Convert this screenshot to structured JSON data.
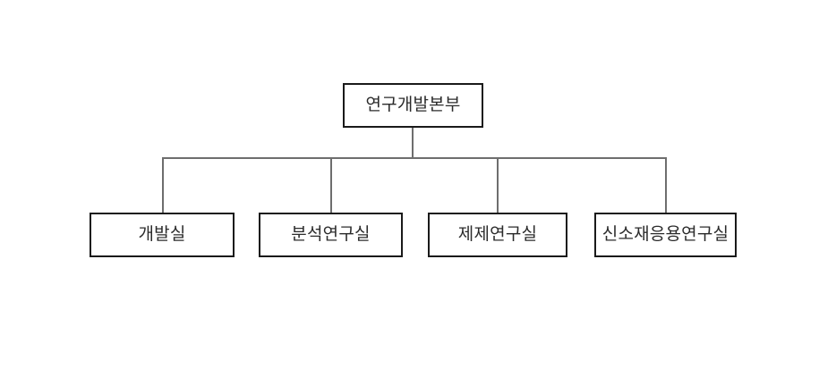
{
  "diagram": {
    "type": "organization-chart",
    "orientation": "top-down",
    "background_color": "#ffffff",
    "box_border_color": "#1a1a1a",
    "connector_color": "#6e6e6e",
    "text_color": "#2b2b2b",
    "root": {
      "label": "연구개발본부"
    },
    "children": [
      {
        "label": "개발실"
      },
      {
        "label": "분석연구실"
      },
      {
        "label": "제제연구실"
      },
      {
        "label": "신소재응용연구실"
      }
    ]
  }
}
